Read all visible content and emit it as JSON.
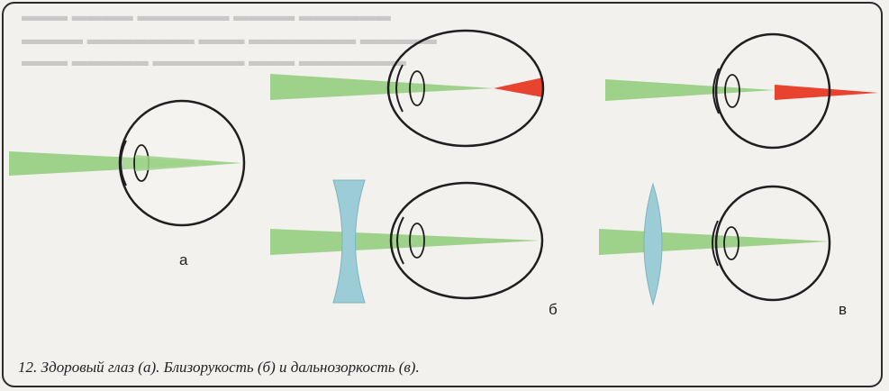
{
  "labels": {
    "a": "а",
    "b": "б",
    "v": "в"
  },
  "caption": "12. Здоровый глаз (а). Близорукость (б) и дальнозоркость (в).",
  "colors": {
    "beam": "#9ed28a",
    "focus": "#e8432f",
    "lens": "#9ccdd6",
    "outline": "#1f1f1f",
    "eye_fill": "#ffffff"
  },
  "panels": [
    {
      "id": "normal",
      "label_key": "a",
      "focus": "on-retina"
    },
    {
      "id": "myopia",
      "label_key": "b",
      "focus": "in-front-of-retina",
      "corrective_lens": "concave"
    },
    {
      "id": "hyperopia",
      "label_key": "v",
      "focus": "behind-retina",
      "corrective_lens": "convex"
    }
  ]
}
